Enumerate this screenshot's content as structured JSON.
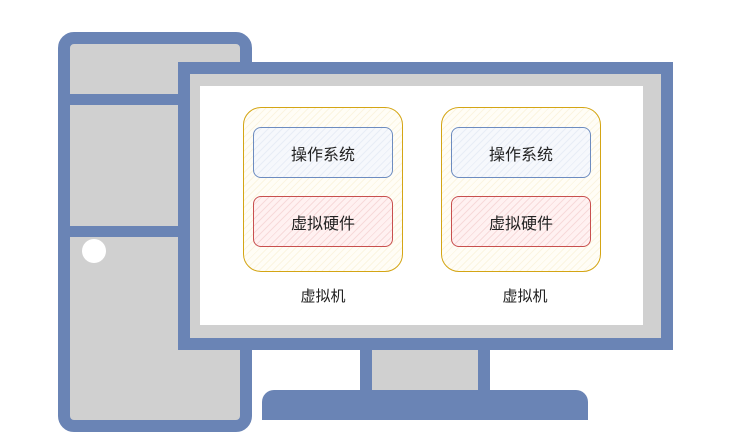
{
  "virtual_machines": [
    {
      "os_label": "操作系统",
      "hardware_label": "虚拟硬件",
      "name": "虚拟机"
    },
    {
      "os_label": "操作系统",
      "hardware_label": "虚拟硬件",
      "name": "虚拟机"
    }
  ],
  "colors": {
    "device_frame": "#6a84b5",
    "device_fill": "#d0d0d0",
    "vm_border": "#d4a514",
    "os_border": "#6d8cc0",
    "hardware_border": "#c8504f"
  }
}
